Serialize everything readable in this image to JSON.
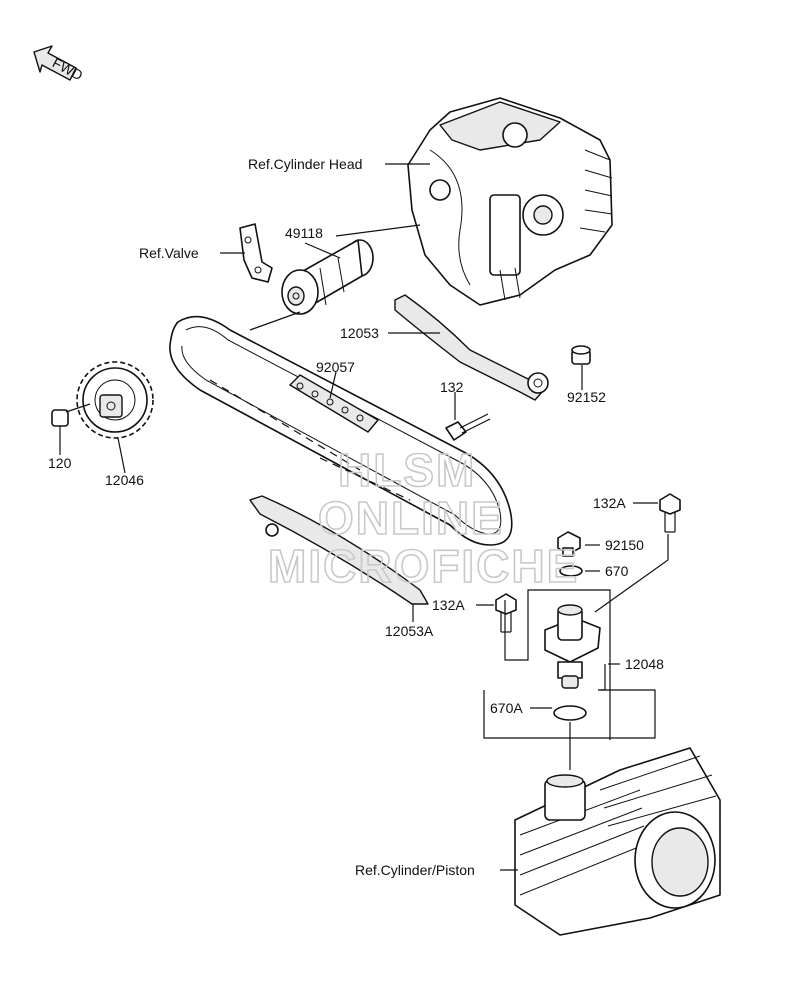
{
  "fwd": {
    "label": "FWD"
  },
  "labels": {
    "ref_cylinder_head": "Ref.Cylinder Head",
    "part_49118": "49118",
    "ref_valve": "Ref.Valve",
    "part_12053": "12053",
    "part_92057": "92057",
    "part_132": "132",
    "part_92152": "92152",
    "part_120": "120",
    "part_12046": "12046",
    "part_132A_top": "132A",
    "part_92150": "92150",
    "part_670": "670",
    "part_132A_mid": "132A",
    "part_12053A": "12053A",
    "part_12048": "12048",
    "part_670A": "670A",
    "ref_cylinder_piston": "Ref.Cylinder/Piston"
  },
  "watermark": {
    "line1": "HLSM",
    "line2": "ONLINE",
    "line3": "MICROFICHE"
  }
}
